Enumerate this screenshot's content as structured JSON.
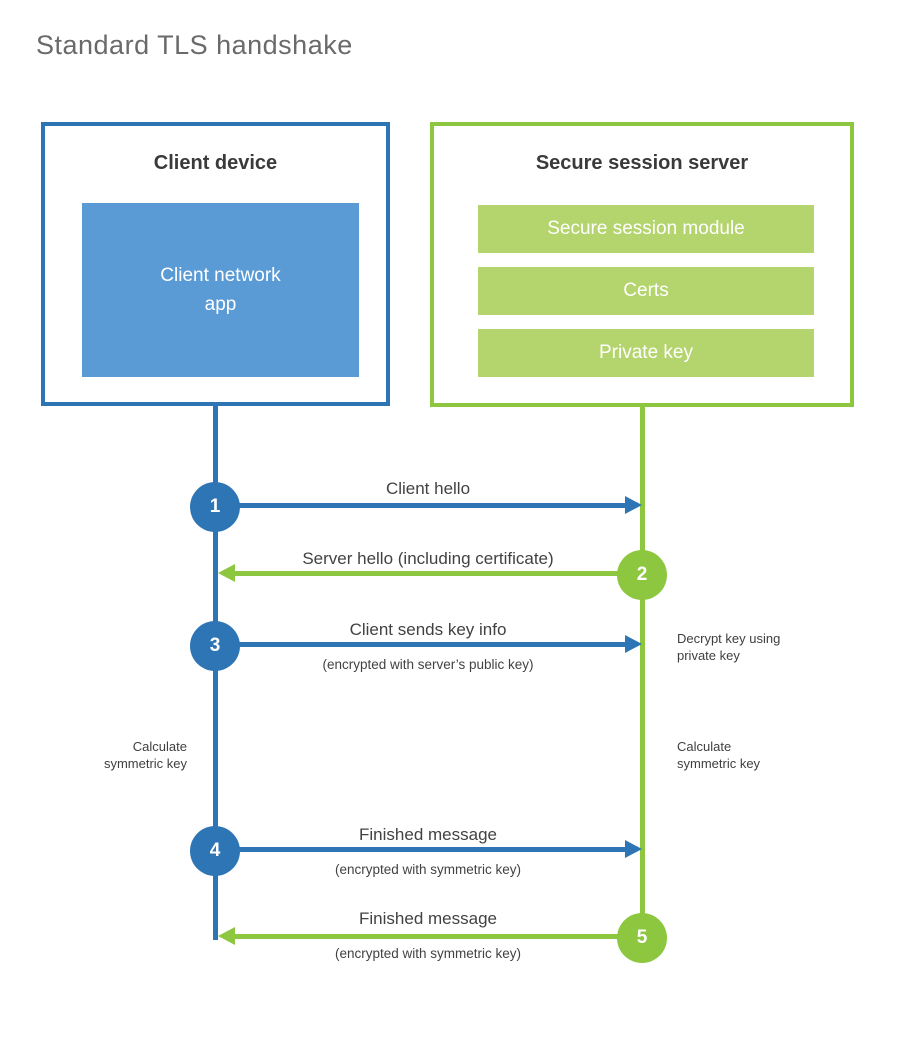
{
  "title": "Standard TLS handshake",
  "colors": {
    "blue": "#2e75b6",
    "blue_light": "#5b9bd5",
    "green": "#8dc63f",
    "green_light": "#b4d46d",
    "heading_text": "#3a3a3a",
    "label_text": "#424242",
    "title_text": "#6a6a6a"
  },
  "client": {
    "title": "Client device",
    "app_label": "Client network\napp"
  },
  "server": {
    "title": "Secure session server",
    "modules": [
      "Secure session module",
      "Certs",
      "Private key"
    ]
  },
  "steps": [
    {
      "num": "1",
      "from": "client",
      "to": "server",
      "direction": "right",
      "label": "Client hello",
      "sublabel": ""
    },
    {
      "num": "2",
      "from": "server",
      "to": "client",
      "direction": "left",
      "label": "Server hello (including certificate)",
      "sublabel": ""
    },
    {
      "num": "3",
      "from": "client",
      "to": "server",
      "direction": "right",
      "label": "Client sends key info",
      "sublabel": "(encrypted with server’s public key)"
    },
    {
      "num": "4",
      "from": "client",
      "to": "server",
      "direction": "right",
      "label": "Finished message",
      "sublabel": "(encrypted with symmetric key)"
    },
    {
      "num": "5",
      "from": "server",
      "to": "client",
      "direction": "left",
      "label": "Finished message",
      "sublabel": "(encrypted with symmetric key)"
    }
  ],
  "notes": {
    "decrypt": "Decrypt key using\nprivate key",
    "calc_left": "Calculate\nsymmetric key",
    "calc_right": "Calculate\nsymmetric key"
  }
}
